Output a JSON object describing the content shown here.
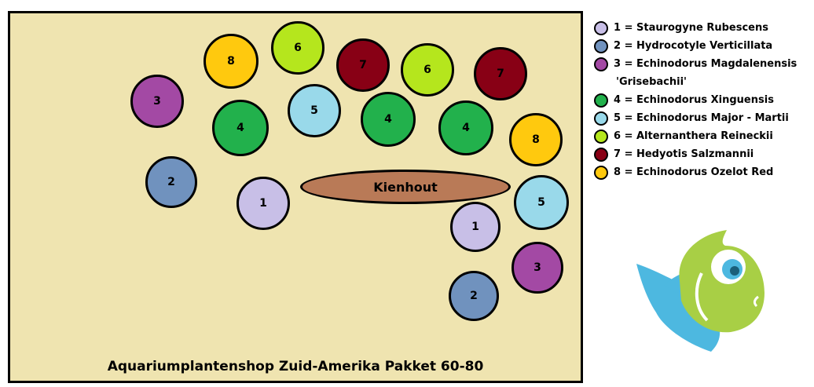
{
  "tank": {
    "title": "Aquariumplantenshop Zuid-Amerika Pakket 60-80",
    "hardscape_label": "Kienhout",
    "colors": {
      "sand": "#efe4b0",
      "wood": "#b97a57"
    }
  },
  "plants": [
    {
      "number": "1",
      "color": "#c8bfe7"
    },
    {
      "number": "1",
      "color": "#c8bfe7"
    },
    {
      "number": "2",
      "color": "#7092be"
    },
    {
      "number": "2",
      "color": "#7092be"
    },
    {
      "number": "3",
      "color": "#a349a4"
    },
    {
      "number": "3",
      "color": "#a349a4"
    },
    {
      "number": "4",
      "color": "#22b14c"
    },
    {
      "number": "4",
      "color": "#22b14c"
    },
    {
      "number": "4",
      "color": "#22b14c"
    },
    {
      "number": "5",
      "color": "#99d9ea"
    },
    {
      "number": "5",
      "color": "#99d9ea"
    },
    {
      "number": "6",
      "color": "#b5e61d"
    },
    {
      "number": "6",
      "color": "#b5e61d"
    },
    {
      "number": "7",
      "color": "#880015"
    },
    {
      "number": "7",
      "color": "#880015"
    },
    {
      "number": "8",
      "color": "#ffc90e"
    },
    {
      "number": "8",
      "color": "#ffc90e"
    }
  ],
  "legend": [
    {
      "label": "1 = Staurogyne Rubescens",
      "color": "#c8bfe7"
    },
    {
      "label": "2 = Hydrocotyle Verticillata",
      "color": "#7092be"
    },
    {
      "label": "3 = Echinodorus Magdalenensis",
      "color": "#a349a4"
    },
    {
      "label": "'Grisebachii'",
      "color": ""
    },
    {
      "label": "4 = Echinodorus Xinguensis",
      "color": "#22b14c"
    },
    {
      "label": "5 = Echinodorus Major - Martii",
      "color": "#99d9ea"
    },
    {
      "label": "6 = Alternanthera Reineckii",
      "color": "#b5e61d"
    },
    {
      "label": "7 = Hedyotis Salzmannii",
      "color": "#880015"
    },
    {
      "label": "8 = Echinodorus Ozelot Red",
      "color": "#ffc90e"
    }
  ],
  "logo": {
    "icon": "fish-logo-icon",
    "colors": {
      "body": "#4db8e0",
      "head": "#a8cf45"
    }
  }
}
